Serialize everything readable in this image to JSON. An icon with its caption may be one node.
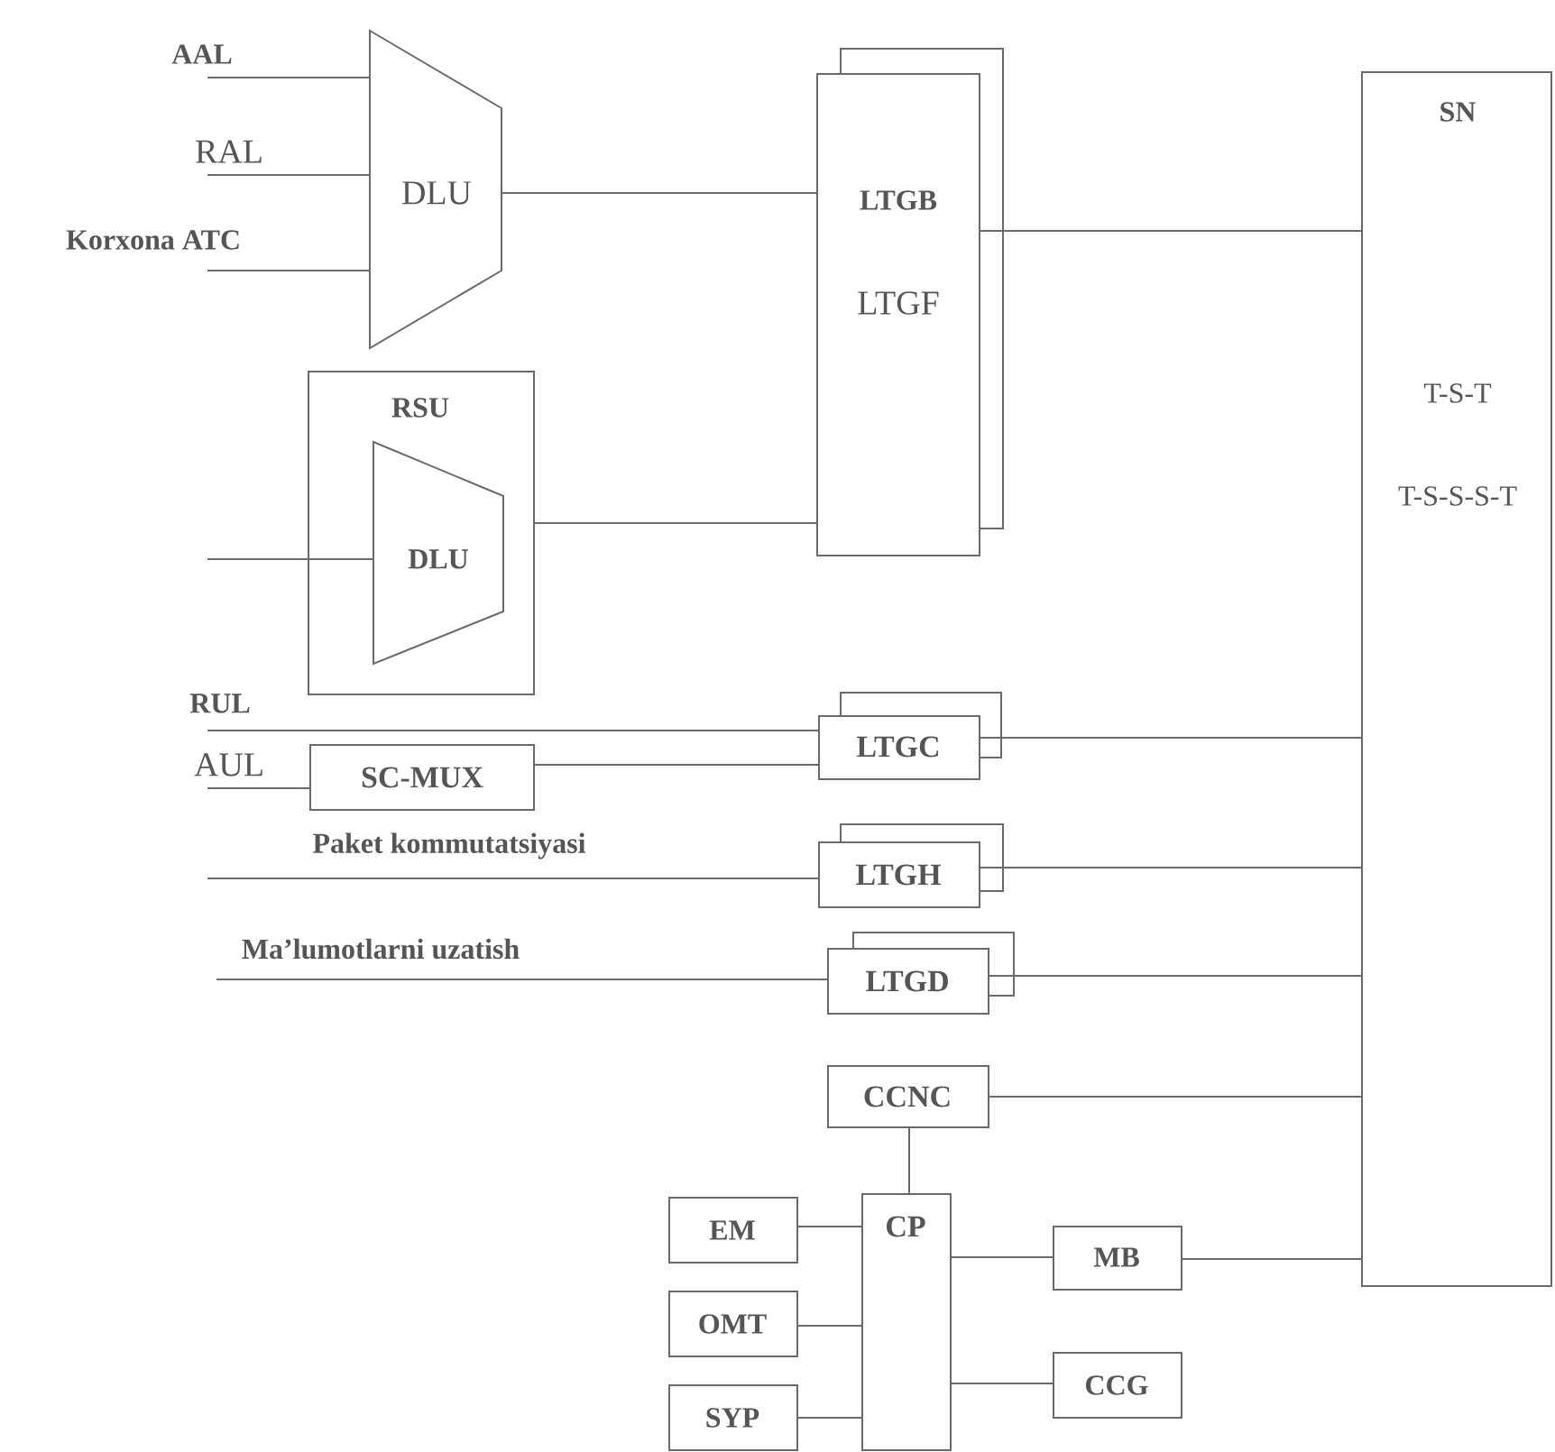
{
  "diagram": {
    "nodes": [
      {
        "text": [
          "DLU"
        ]
      },
      {
        "text": [
          "RSU"
        ]
      },
      {
        "text": [
          "DLU"
        ],
        "in": 1
      },
      {
        "text": [
          "LTGB",
          "LTGF"
        ]
      },
      {
        "text": [
          "SN",
          "T-S-T",
          "T-S-S-S-T"
        ]
      },
      {
        "text": [
          "LTGC"
        ]
      },
      {
        "text": [
          "SC-MUX"
        ]
      },
      {
        "text": [
          "LTGH"
        ]
      },
      {
        "text": [
          "LTGD"
        ]
      },
      {
        "text": [
          "CCNC"
        ]
      },
      {
        "text": [
          "CP"
        ]
      },
      {
        "text": [
          "EM"
        ]
      },
      {
        "text": [
          "OMT"
        ]
      },
      {
        "text": [
          "SYP"
        ]
      },
      {
        "text": [
          "MB"
        ]
      },
      {
        "text": [
          "CCG"
        ]
      }
    ],
    "edges": [
      {
        "from": null,
        "to": 0,
        "arrow": "none",
        "label": "AAL"
      },
      {
        "from": null,
        "to": 0,
        "arrow": "none",
        "label": "RAL"
      },
      {
        "from": null,
        "to": 0,
        "arrow": "none",
        "label": "Korxona ATC"
      },
      {
        "from": null,
        "to": 2,
        "arrow": "none"
      },
      {
        "from": 0,
        "to": 3,
        "arrow": "none"
      },
      {
        "from": 1,
        "to": 3,
        "arrow": "none"
      },
      {
        "from": 3,
        "to": 4,
        "arrow": "none"
      },
      {
        "from": null,
        "to": 5,
        "arrow": "none",
        "label": "RUL"
      },
      {
        "from": null,
        "to": 6,
        "arrow": "none",
        "label": "AUL"
      },
      {
        "from": 6,
        "to": 5,
        "arrow": "none"
      },
      {
        "from": 5,
        "to": 4,
        "arrow": "none"
      },
      {
        "from": null,
        "to": 7,
        "arrow": "none",
        "label": "Paket kommutatsiyasi"
      },
      {
        "from": 7,
        "to": 4,
        "arrow": "none"
      },
      {
        "from": null,
        "to": 8,
        "arrow": "none",
        "label": "Ma’lumotlarni uzatish"
      },
      {
        "from": 8,
        "to": 4,
        "arrow": "none"
      },
      {
        "from": 9,
        "to": 4,
        "arrow": "none"
      },
      {
        "from": 9,
        "to": 10,
        "arrow": "none"
      },
      {
        "from": 11,
        "to": 10,
        "arrow": "none"
      },
      {
        "from": 12,
        "to": 10,
        "arrow": "none"
      },
      {
        "from": 13,
        "to": 10,
        "arrow": "none"
      },
      {
        "from": 10,
        "to": 14,
        "arrow": "none"
      },
      {
        "from": 10,
        "to": 15,
        "arrow": "none"
      },
      {
        "from": 14,
        "to": 4,
        "arrow": "none"
      }
    ]
  }
}
